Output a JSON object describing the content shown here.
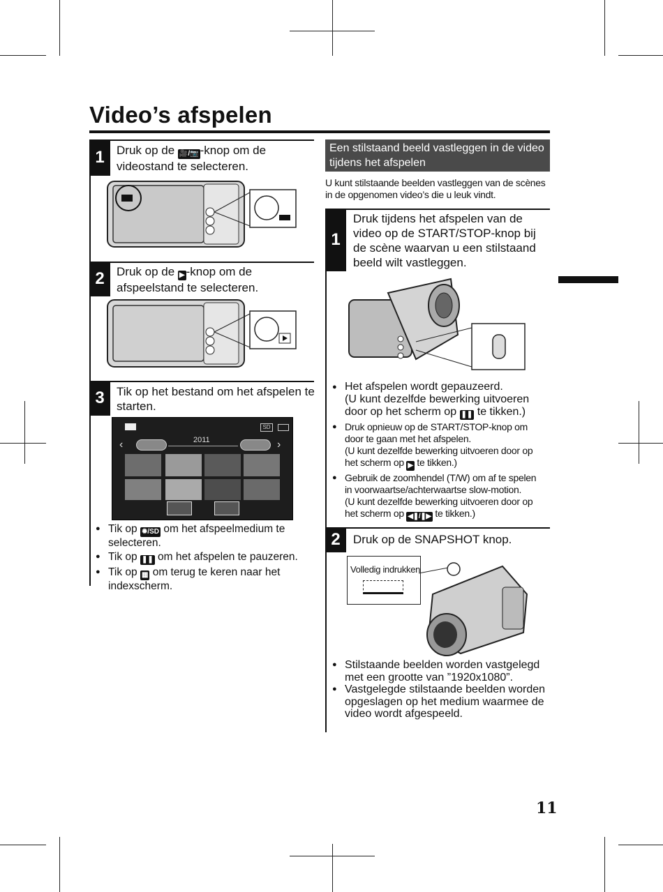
{
  "page": {
    "title": "Video’s afspelen",
    "page_number": "11"
  },
  "left": {
    "step1": {
      "number": "1",
      "text_a": "Druk op de ",
      "icon": "🎥/📷",
      "text_b": "-knop om de videostand te selecteren."
    },
    "step2": {
      "number": "2",
      "text_a": "Druk op de ",
      "icon": "▶",
      "text_b": "-knop om de afspeelstand te selecteren."
    },
    "step3": {
      "number": "3",
      "text": "Tik op het bestand om het afspelen te starten."
    },
    "screen": {
      "year": "2011",
      "sd_label": "SD"
    },
    "bullets": [
      {
        "a": "Tik op ",
        "icon": "✹/SD",
        "b": " om het afspeelmedium te selecteren."
      },
      {
        "a": "Tik op ",
        "icon": "❚❚",
        "b": " om het afspelen te pauzeren."
      },
      {
        "a": "Tik op ",
        "icon": "▦",
        "b": " om terug te keren naar het indexscherm."
      }
    ]
  },
  "right": {
    "section_title": "Een stilstaand beeld vastleggen in de video tijdens het afspelen",
    "intro": "U kunt stilstaande beelden vastleggen van de scènes in de opgenomen video’s die u leuk vindt.",
    "step1": {
      "number": "1",
      "text": "Druk tijdens het afspelen van de video op de START/STOP-knop bij de scène waarvan u een stilstaand beeld wilt vastleggen."
    },
    "bullets1": [
      {
        "text": "Het afspelen wordt gepauzeerd.",
        "sub_a": "(U kunt dezelfde bewerking uitvoeren door op het scherm op ",
        "icon": "❚❚",
        "sub_b": " te tikken.)"
      },
      {
        "text": "Druk opnieuw op de START/STOP-knop om door te gaan met het afspelen.",
        "sub_a": "(U kunt dezelfde bewerking uitvoeren door op het scherm op ",
        "icon": "▶",
        "sub_b": " te tikken.)"
      },
      {
        "text": "Gebruik de zoomhendel (T/W) om af te spelen in voorwaartse/achterwaartse slow-motion.",
        "sub_a": "(U kunt dezelfde bewerking uitvoeren door op het scherm op ",
        "icon": "◀❚/❚▶",
        "sub_b": " te tikken.)"
      }
    ],
    "step2": {
      "number": "2",
      "text": "Druk op de SNAPSHOT knop."
    },
    "callout": "Volledig indrukken",
    "bullets2": [
      "Stilstaande beelden worden vastgelegd met een grootte van ”1920x1080”.",
      "Vastgelegde stilstaande beelden worden opgeslagen op het medium waarmee de video wordt afgespeeld."
    ]
  }
}
